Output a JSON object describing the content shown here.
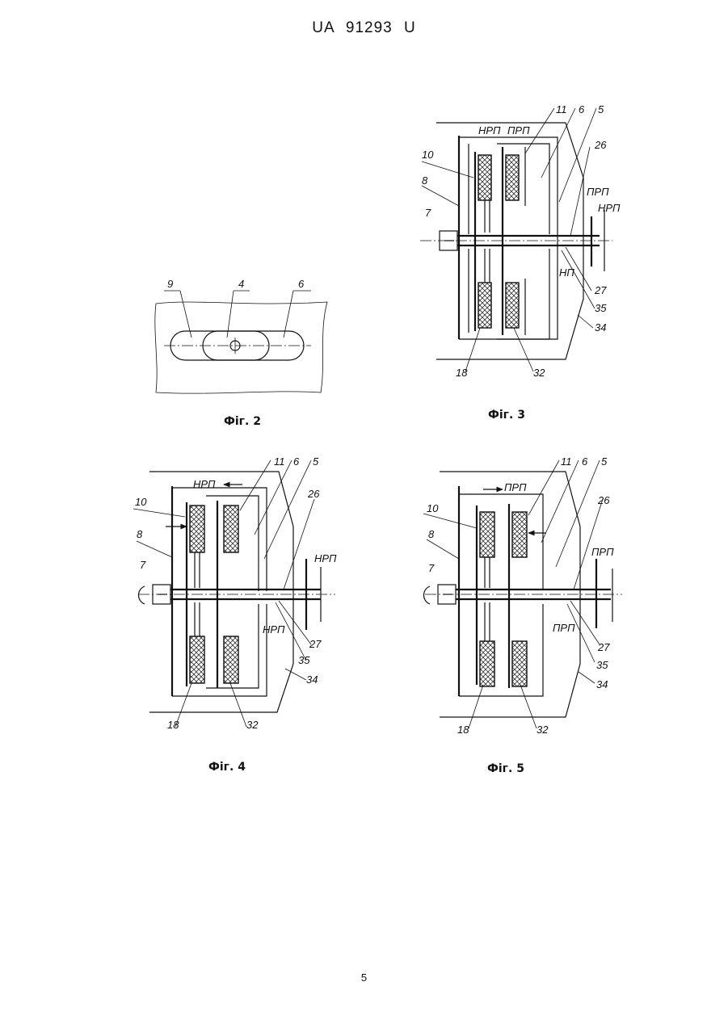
{
  "header": {
    "title": "UA   91293   U"
  },
  "page": {
    "number": "5"
  },
  "figures": {
    "fig2": {
      "caption": "Фіг. 2",
      "labels": {
        "l9": "9",
        "l4": "4",
        "l6": "6"
      }
    },
    "fig3": {
      "caption": "Фіг. 3",
      "labels": {
        "l11": "11",
        "l6": "6",
        "l5": "5",
        "l10": "10",
        "l8": "8",
        "l7": "7",
        "l26": "26",
        "l27": "27",
        "l35": "35",
        "l34": "34",
        "l18": "18",
        "l32": "32",
        "nrp_top": "НРП",
        "prp_top": "ПРП",
        "prp_right": "ПРП",
        "nrp_right": "НРП",
        "np": "НП"
      }
    },
    "fig4": {
      "caption": "Фіг. 4",
      "labels": {
        "l11": "11",
        "l6": "6",
        "l5": "5",
        "l10": "10",
        "l8": "8",
        "l7": "7",
        "l26": "26",
        "l27": "27",
        "l35": "35",
        "l34": "34",
        "l18": "18",
        "l32": "32",
        "nrp_top": "НРП",
        "nrp_right": "НРП",
        "nrp_bottom": "НРП"
      }
    },
    "fig5": {
      "caption": "Фіг. 5",
      "labels": {
        "l11": "11",
        "l6": "6",
        "l5": "5",
        "l10": "10",
        "l8": "8",
        "l7": "7",
        "l26": "26",
        "l27": "27",
        "l35": "35",
        "l34": "34",
        "l18": "18",
        "l32": "32",
        "prp_top": "ПРП",
        "prp_right": "ПРП",
        "prp_bottom": "ПРП"
      }
    }
  }
}
